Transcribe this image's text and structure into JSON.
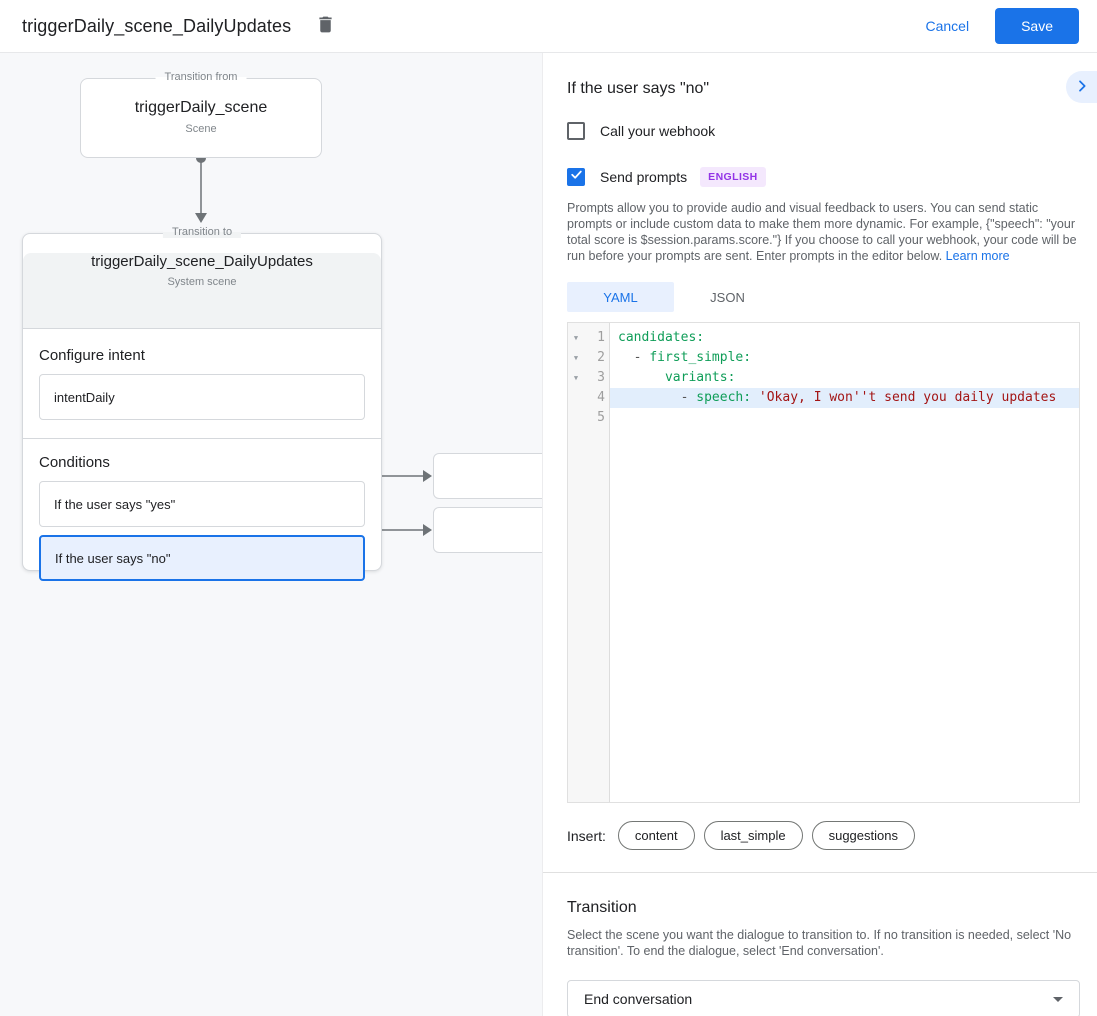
{
  "header": {
    "title": "triggerDaily_scene_DailyUpdates",
    "cancel_label": "Cancel",
    "save_label": "Save"
  },
  "diagram": {
    "from": {
      "legend": "Transition from",
      "title": "triggerDaily_scene",
      "subtitle": "Scene"
    },
    "to": {
      "legend": "Transition to",
      "title": "triggerDaily_scene_DailyUpdates",
      "subtitle": "System scene",
      "intent_label": "Configure intent",
      "intent_value": "intentDaily",
      "conditions_label": "Conditions",
      "conditions": [
        {
          "label": "If the user says \"yes\"",
          "selected": false
        },
        {
          "label": "If the user says \"no\"",
          "selected": true
        }
      ]
    }
  },
  "panel": {
    "title": "If the user says \"no\"",
    "webhook_label": "Call your webhook",
    "prompts_label": "Send prompts",
    "language_badge": "ENGLISH",
    "description": "Prompts allow you to provide audio and visual feedback to users. You can send static prompts or include custom data to make them more dynamic. For example, {\"speech\": \"your total score is $session.params.score.\"} If you choose to call your webhook, your code will be run before your prompts are sent. Enter prompts in the editor below. ",
    "learn_more": "Learn more",
    "tabs": [
      {
        "label": "YAML",
        "active": true
      },
      {
        "label": "JSON",
        "active": false
      }
    ],
    "editor": {
      "lines": [
        {
          "number": 1,
          "fold": true,
          "active": false,
          "tokens": [
            {
              "c": "key",
              "v": "candidates:"
            }
          ]
        },
        {
          "number": 2,
          "fold": true,
          "active": false,
          "tokens": [
            {
              "c": "plain",
              "v": "  "
            },
            {
              "c": "dash",
              "v": "- "
            },
            {
              "c": "key",
              "v": "first_simple:"
            }
          ]
        },
        {
          "number": 3,
          "fold": true,
          "active": false,
          "tokens": [
            {
              "c": "plain",
              "v": "      "
            },
            {
              "c": "key",
              "v": "variants:"
            }
          ]
        },
        {
          "number": 4,
          "fold": false,
          "active": true,
          "tokens": [
            {
              "c": "plain",
              "v": "        "
            },
            {
              "c": "dash",
              "v": "- "
            },
            {
              "c": "key",
              "v": "speech:"
            },
            {
              "c": "plain",
              "v": " "
            },
            {
              "c": "str",
              "v": "'Okay, I won''t send you daily updates"
            }
          ]
        },
        {
          "number": 5,
          "fold": false,
          "active": false,
          "tokens": []
        }
      ]
    },
    "insert_label": "Insert:",
    "insert_chips": [
      "content",
      "last_simple",
      "suggestions"
    ],
    "transition": {
      "title": "Transition",
      "description": "Select the scene you want the dialogue to transition to. If no transition is needed, select 'No transition'. To end the dialogue, select 'End conversation'.",
      "selected_value": "End conversation"
    }
  },
  "colors": {
    "accent_blue": "#1a73e8",
    "light_blue_bg": "#e8f0fe",
    "badge_purple": "#9334e6",
    "badge_bg": "#f4e8fd",
    "code_key_green": "#0f9d58",
    "code_string_red": "#a31515",
    "active_line_bg": "#e2eefc",
    "panel_gray_bg": "#f7f8fa"
  }
}
